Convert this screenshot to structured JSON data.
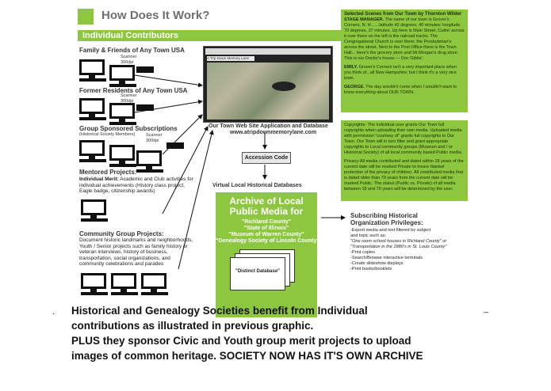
{
  "header": {
    "title": "How Does It Work?"
  },
  "section_bar": {
    "label": "Individual Contributors"
  },
  "groups": {
    "family": "Family & Friends of Any Town USA",
    "former": "Former Residents of Any Town USA",
    "sponsored": "Group Sponsored Subscriptions",
    "sponsored_sub": "(Historical Society Members)",
    "scanner": "Scanner",
    "dpi": "300dpi"
  },
  "mentored": {
    "title": "Mentored Projects:",
    "text_bold": "Individual Merit:",
    "text": "Academic and Club activities for individual achievements (History class project, Eagle badge, citizenship awards)"
  },
  "community": {
    "title": "Community Group Projects:",
    "text": "Document historic landmarks and neighborhoods, Youth / Senior projects such as family history or veteran interviews, history of business, transportation, social organizations, and community celebrations and parades"
  },
  "website": {
    "window_title": "A Trip Down Memory Lane",
    "caption": "Our Town Web Site Application and Database",
    "url": "www.atripdownmemorylane.com"
  },
  "accession": {
    "label": "Accession Code"
  },
  "virtual_db": {
    "label": "Virtual Local Historical Databases"
  },
  "archive": {
    "title_lines": [
      "Archive of Local",
      "Public Media for"
    ],
    "items": [
      "\"Richland County\"",
      "\"State of Illinois\"",
      "\"Museum of Warren County\"",
      "\"Genealogy Society of Lincoln County\""
    ],
    "distinct": "\"Distinct Database\""
  },
  "subscribing": {
    "title_lines": [
      "Subscribing Historical",
      "Organization Privileges:"
    ],
    "lines": [
      "-Export media and text filtered by subject",
      "and topic such as:",
      "\"One room school houses in Richland County\" or",
      "\"Transportation in the 1880's in St. Louis County\"",
      "-Print copies",
      "-Search/Browse interactive terminals",
      "-Create slideshow displays",
      "-Print books/booklets"
    ]
  },
  "scenes": {
    "title": "Selected Scenes from Our Town by Thornton Wilder",
    "p1_bold": "STAGE MANAGER.",
    "p1": "The name of our town is Grover's Corners, N. H.......latitude 42 degrees, 40 minutes; longitude 70 degrees, 37 minutes. Up here is Main Street. Cuttin' across it over there on the left is the railroad tracks. The Congregational Church is over there; the Presbyterian's across the street. Next to the Post Office there is the Town Hall... Here's the grocery store and Mr.Morgan's drug store. This is our Doctor's house — Doc Gibbs'.",
    "p2_bold": "EMILY.",
    "p2": "Grover's Corners isn't a very important place when you think of...all New Hampshire; but I think it's a very nice town.",
    "p3_bold": "GEORGE.",
    "p3": "The day wouldn't come when I wouldn't want to know everything about OUR TOWN."
  },
  "copyrights": {
    "p1": "Copyrights- The individual user grants Our Town full copyrights when uploading their own media. Uploaded media with permission \"courtesy of\" grants full copyrights to Our Town. Our Town will in turn filter and grant appropriate copyrights to Local community groups (Museum and / or Historical Society) of all local community based Public media.",
    "p2": "Privacy-All media contributed and dated within 18 years of the current date will be marked Private to insure blanket protection of the privacy of children. All contributed media that is dated older than 70 years from the current date will be marked Public. The status (Public vs. Private) of all media between 18 and 70 years will be determined by the user."
  },
  "footer": {
    "lines": [
      "Historical and Genealogy Societies benefit from Individual",
      "contributions as illustrated in previous graphic.",
      "PLUS they sponsor Civic and Youth group merit projects to upload",
      "images of common heritage. SOCIETY NOW HAS IT'S OWN ARCHIVE"
    ],
    "left_dot": ".",
    "right_dash": "_"
  },
  "colors": {
    "accent": "#8dc63f",
    "dark": "#111111"
  }
}
